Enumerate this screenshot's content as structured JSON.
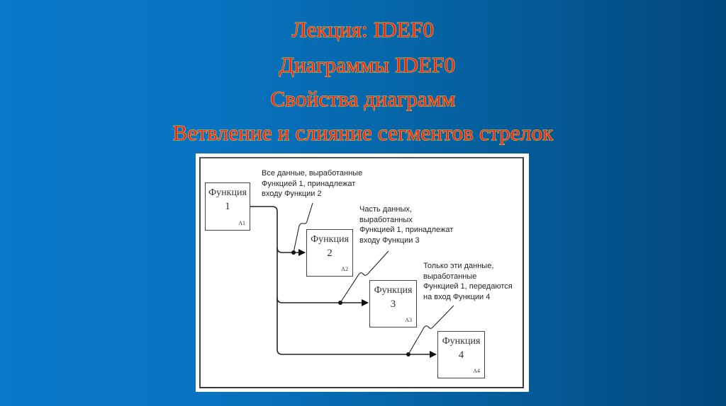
{
  "slide": {
    "titles": [
      "Лекция: IDEF0",
      "Диаграммы IDEF0",
      "Свойства диаграмм",
      "Ветвление и слияние сегментов стрелок"
    ],
    "colors": {
      "background_left": "#0a79ca",
      "background_right": "#03477c",
      "title_fill": "#e8281a",
      "title_outline": "#f2d23c"
    }
  },
  "diagram": {
    "boxes": [
      {
        "name": "Функция",
        "number": "1",
        "code": "A1"
      },
      {
        "name": "Функция",
        "number": "2",
        "code": "A2"
      },
      {
        "name": "Функция",
        "number": "3",
        "code": "A3"
      },
      {
        "name": "Функция",
        "number": "4",
        "code": "A4"
      }
    ],
    "notes": [
      {
        "lines": [
          "Все данные, выработанные",
          "Функцией 1, принадлежат",
          "входу Функции 2"
        ]
      },
      {
        "lines": [
          "Часть данных,",
          "выработанных",
          "Функцией 1, принадлежат",
          "входу Функции 3"
        ]
      },
      {
        "lines": [
          "Только эти данные,",
          "выработанные",
          "Функцией 1, передаются",
          "на вход Функции 4"
        ]
      }
    ]
  }
}
